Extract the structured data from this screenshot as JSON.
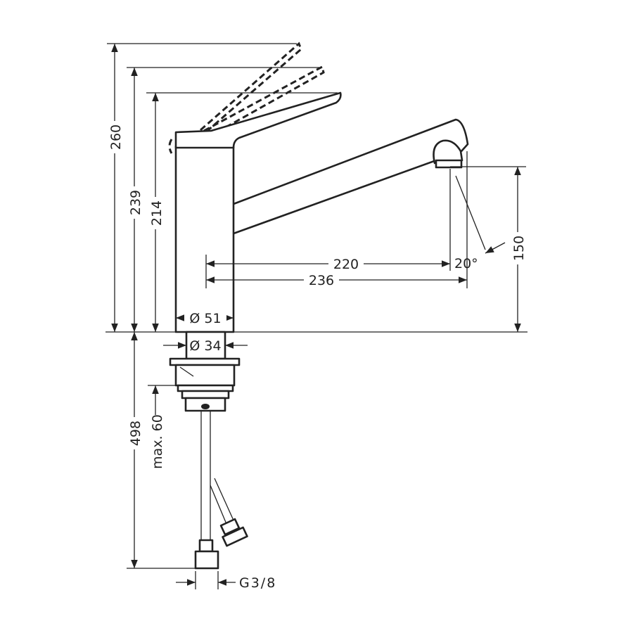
{
  "dimensions": {
    "total_height": "260",
    "lever_mid_height": "239",
    "lever_height": "214",
    "spout_height": "150",
    "spout_reach": "220",
    "total_reach": "236",
    "swivel_angle": "20°",
    "body_diameter": "Ø 51",
    "shank_diameter": "Ø 34",
    "hose_length": "498",
    "max_counter_thickness": "max. 60",
    "connection_thread": "G3/8"
  },
  "colors": {
    "line": "#222222",
    "background": "#ffffff"
  }
}
